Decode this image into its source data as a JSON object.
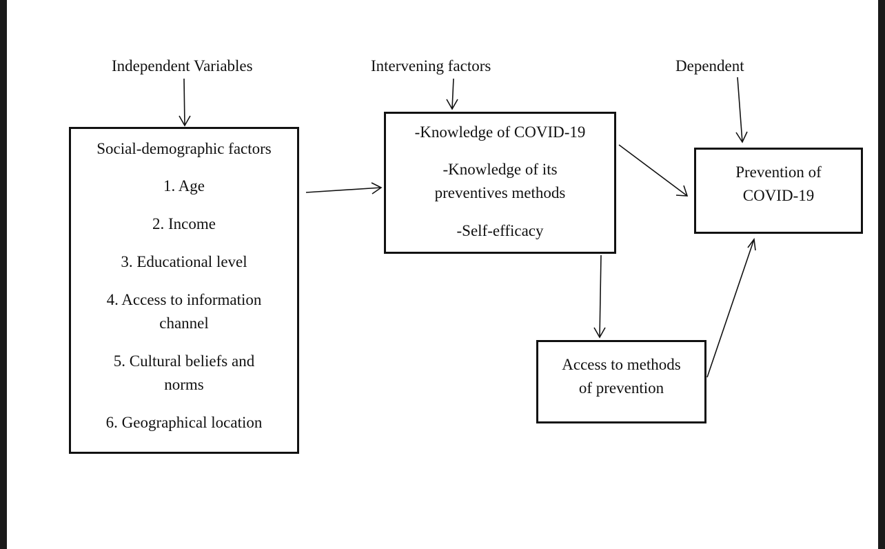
{
  "headers": {
    "independent": "Independent Variables",
    "intervening": "Intervening factors",
    "dependent": "Dependent"
  },
  "social_box": {
    "title": "Social-demographic factors",
    "items": [
      "1. Age",
      "2. Income",
      "3. Educational level",
      "4. Access to information",
      "channel",
      "5. Cultural beliefs and",
      "norms",
      "6. Geographical location"
    ]
  },
  "knowledge_box": {
    "line1": "-Knowledge of COVID-19",
    "line2": "-Knowledge of its",
    "line3": "preventives methods",
    "line4": "-Self-efficacy"
  },
  "prevention_box": {
    "line1": "Prevention of",
    "line2": "COVID-19"
  },
  "access_box": {
    "line1": "Access to methods",
    "line2": "of prevention"
  }
}
